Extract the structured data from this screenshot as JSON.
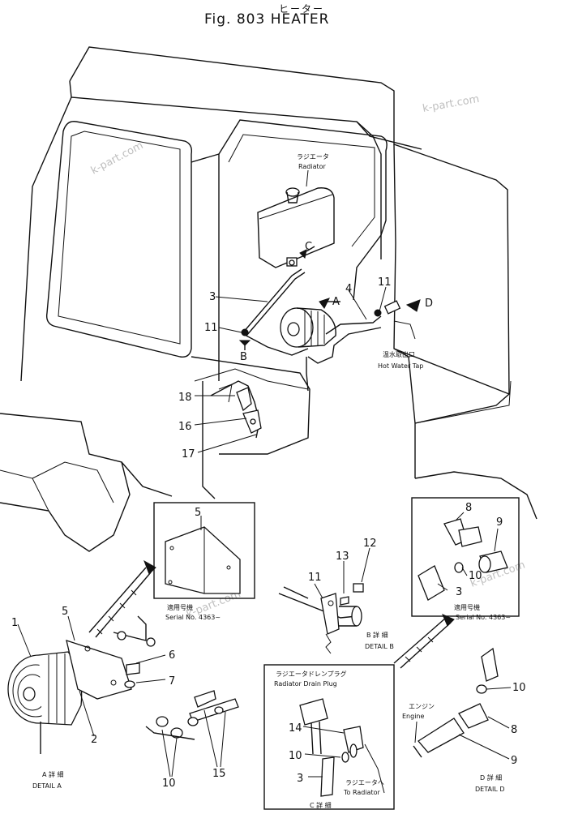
{
  "title": {
    "japanese": "ヒーター",
    "english": "Fig. 803  HEATER"
  },
  "watermarks": [
    "k-part.com",
    "k-part.com",
    "k-part.com",
    "k-part.com"
  ],
  "callouts": {
    "radiator_jp": "ラジエータ",
    "radiator_en": "Radiator",
    "hot_water_tap_jp": "温水取出口",
    "hot_water_tap_en": "Hot Water Tap",
    "serial_jp_1": "適用号機",
    "serial_en_1": "Serial  No. 4363~",
    "serial_jp_2": "適用号機",
    "serial_en_2": "Serial  No. 4363~",
    "radiator_drain_jp": "ラジエータドレンプラグ",
    "radiator_drain_en": "Radiator Drain Plug",
    "to_radiator_jp": "ラジエータへ",
    "to_radiator_en": "To Radiator",
    "engine_jp": "エンジン",
    "engine_en": "Engine"
  },
  "details": {
    "a_jp": "A 詳 細",
    "a_en": "DETAIL A",
    "b_jp": "B 詳 細",
    "b_en": "DETAIL B",
    "c_jp": "C 詳 細",
    "d_jp": "D 詳 細",
    "d_en": "DETAIL D"
  },
  "view_letters": {
    "a": "A",
    "b": "B",
    "c": "C",
    "d": "D"
  },
  "part_numbers": {
    "main_3": "3",
    "main_4": "4",
    "main_11a": "11",
    "main_11b": "11",
    "main_18": "18",
    "main_16": "16",
    "main_17": "17",
    "a_1": "1",
    "a_5a": "5",
    "a_5b": "5",
    "a_6": "6",
    "a_7": "7",
    "a_2": "2",
    "a_10": "10",
    "a_15": "15",
    "b_11": "11",
    "b_13": "13",
    "b_12": "12",
    "d_8a": "8",
    "d_9a": "9",
    "d_10a": "10",
    "d_3": "3",
    "d_10b": "10",
    "d_8b": "8",
    "d_9b": "9",
    "c_14": "14",
    "c_10": "10",
    "c_3": "3"
  }
}
